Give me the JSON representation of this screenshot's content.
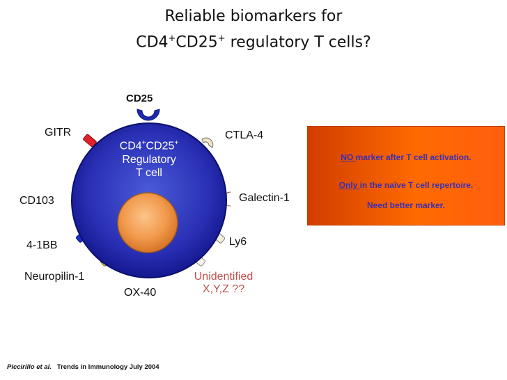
{
  "title": {
    "line1": "Reliable biomarkers for",
    "line2_prefix": "CD4",
    "line2_sup1": "+",
    "line2_mid": "CD25",
    "line2_sup2": "+",
    "line2_suffix": " regulatory T cells?"
  },
  "cell": {
    "name_prefix": "CD4",
    "name_sup1": "+",
    "name_mid": "CD25",
    "name_sup2": "+",
    "line2": "Regulatory",
    "line3": "T cell"
  },
  "markers": {
    "cd25": "CD25",
    "gitr": "GITR",
    "ctla4": "CTLA-4",
    "cd103": "CD103",
    "galectin1": "Galectin-1",
    "ly6": "Ly6",
    "bb4": "4-1BB",
    "neuropilin1": "Neuropilin-1",
    "ox40": "OX-40",
    "unidentified_line1": "Unidentified",
    "unidentified_line2": "X,Y,Z ??"
  },
  "infobox": {
    "line1_u": "NO ",
    "line1_rest": "marker after T cell activation.",
    "line2_u": "Only ",
    "line2_rest": "in the naïve T cell repertoire.",
    "line3": "Need better marker."
  },
  "citation": {
    "authors": "Piccirillo et al.",
    "journal": "Trends in Immunology  July 2004"
  },
  "colors": {
    "cell_outer": "#1c22a8",
    "nucleus": "#ee8a3c",
    "infobox": "#ff6a00",
    "infobox_text": "#3b2fb3",
    "gitr": "#e0202a",
    "bb4": "#1a2fd0",
    "neuropilin1": "#e7e64a",
    "ox40": "#2fb24a",
    "ly6": "#f4efdd",
    "unidentified": "#c0504d"
  }
}
